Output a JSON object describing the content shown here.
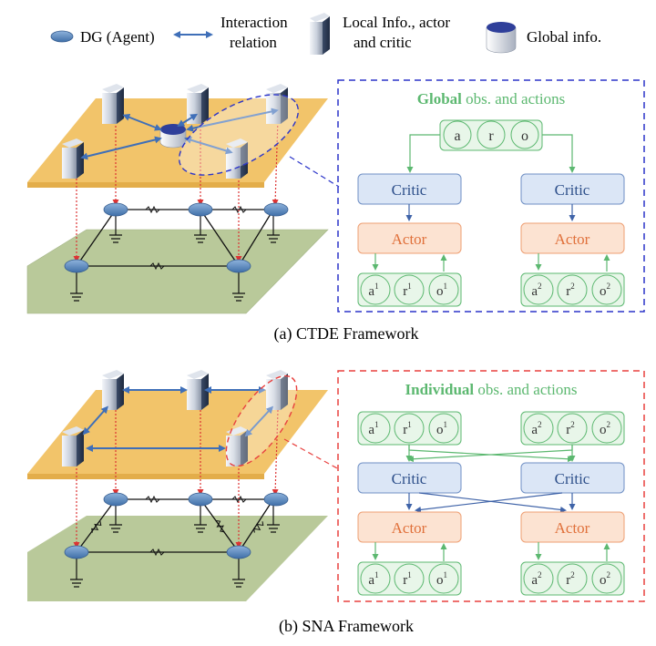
{
  "legend": {
    "dg": "DG (Agent)",
    "interaction_1": "Interaction",
    "interaction_2": "relation",
    "local_1": "Local Info., actor",
    "local_2": "and critic",
    "global": "Global info."
  },
  "ctde": {
    "header_bold": "Global",
    "header_rest": " obs. and actions",
    "shared_obs": [
      "a",
      "r",
      "o"
    ],
    "critic": "Critic",
    "actor": "Actor",
    "agent1_obs": [
      "a",
      "r",
      "o"
    ],
    "agent1_sup": "1",
    "agent2_obs": [
      "a",
      "r",
      "o"
    ],
    "agent2_sup": "2",
    "caption": "(a) CTDE Framework"
  },
  "sna": {
    "header_bold": "Individual",
    "header_rest": " obs. and actions",
    "critic": "Critic",
    "actor": "Actor",
    "obs": [
      "a",
      "r",
      "o"
    ],
    "sup1": "1",
    "sup2": "2",
    "caption": "(b) SNA Framework"
  },
  "colors": {
    "plate_top": "#f2c46a",
    "plate_bottom": "#b9c99a",
    "critic_fill": "#dbe6f6",
    "critic_stroke": "#6f8fc4",
    "actor_fill": "#fce3d2",
    "actor_stroke": "#ee9f73",
    "green": "#5cb870",
    "blue_dash": "#2b34c9",
    "red_dash": "#e8413f"
  }
}
